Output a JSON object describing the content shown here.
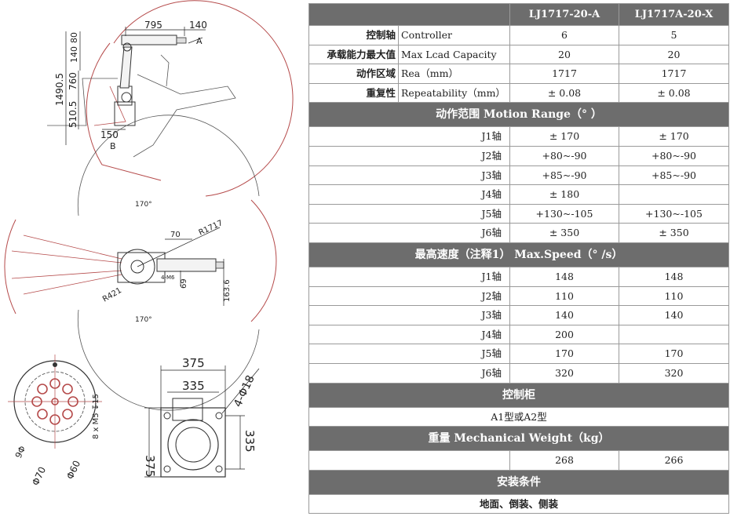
{
  "table": {
    "col_headers": [
      "LJ1717-20-A",
      "LJ1717A-20-X"
    ],
    "basic_rows": [
      {
        "label_cn": "控制轴",
        "label_en": "Controller",
        "a": "6",
        "x": "5"
      },
      {
        "label_cn": "承载能力最大值",
        "label_en": "Max Lcad Capacity",
        "a": "20",
        "x": "20"
      },
      {
        "label_cn": "动作区域",
        "label_en": "Rea（mm）",
        "a": "1717",
        "x": "1717"
      },
      {
        "label_cn": "重复性",
        "label_en": "Repeatability（mm）",
        "a": "± 0.08",
        "x": "± 0.08"
      }
    ],
    "motion_range": {
      "title": "动作范围 Motion Range（°  ）",
      "rows": [
        {
          "axis": "J1轴",
          "a": "± 170",
          "x": "± 170"
        },
        {
          "axis": "J2轴",
          "a": "+80~-90",
          "x": "+80~-90"
        },
        {
          "axis": "J3轴",
          "a": "+85~-90",
          "x": "+85~-90"
        },
        {
          "axis": "J4轴",
          "a": "± 180",
          "x": ""
        },
        {
          "axis": "J5轴",
          "a": "+130~-105",
          "x": "+130~-105"
        },
        {
          "axis": "J6轴",
          "a": "± 350",
          "x": "± 350"
        }
      ]
    },
    "max_speed": {
      "title": "最高速度（注释1） Max.Speed（°  /s）",
      "rows": [
        {
          "axis": "J1轴",
          "a": "148",
          "x": "148"
        },
        {
          "axis": "J2轴",
          "a": "110",
          "x": "110"
        },
        {
          "axis": "J3轴",
          "a": "140",
          "x": "140"
        },
        {
          "axis": "J4轴",
          "a": "200",
          "x": ""
        },
        {
          "axis": "J5轴",
          "a": "170",
          "x": "170"
        },
        {
          "axis": "J6轴",
          "a": "320",
          "x": "320"
        }
      ]
    },
    "cabinet": {
      "title": "控制柜",
      "value": "A1型或A2型"
    },
    "weight": {
      "title": "重量 Mechanical Weight（kg）",
      "a": "268",
      "x": "266"
    },
    "install": {
      "title": "安装条件",
      "value": "地面、倒装、侧装"
    }
  },
  "drawing": {
    "side": {
      "dim_795": "795",
      "dim_140_top": "140",
      "dim_80": "80",
      "dim_140_v": "140",
      "dim_1490": "1490.5",
      "dim_760": "760",
      "dim_510": "510.5",
      "dim_150": "150",
      "label_a": "A",
      "label_b": "B"
    },
    "top": {
      "angle_top": "170°",
      "angle_bottom": "170°",
      "r1717": "R1717",
      "dim_70": "70",
      "r421": "R421",
      "dim_69": "69",
      "dim_163": "163.6",
      "m6": "4-M6"
    },
    "flange": {
      "phi_9": "9Φ",
      "phi_70": "Φ70",
      "phi_60": "Φ60",
      "screws": "8 x M5 ↧15"
    },
    "base": {
      "dim_375_top": "375",
      "dim_335_top": "335",
      "dim_375_side": "375",
      "dim_335_side": "335",
      "holes": "4-Φ18"
    }
  }
}
